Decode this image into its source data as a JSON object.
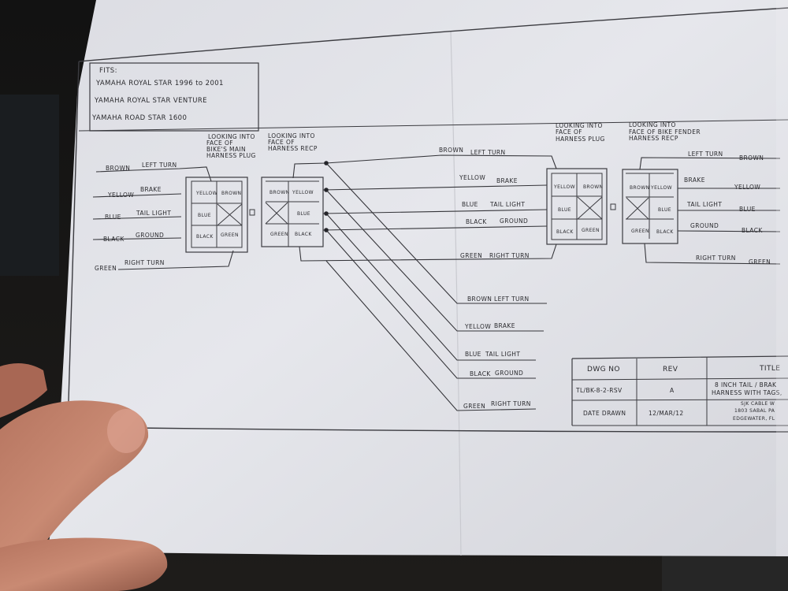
{
  "fits": {
    "heading": "FITS:",
    "lines": [
      "YAMAHA ROYAL STAR 1996 to 2001",
      "YAMAHA ROYAL STAR VENTURE",
      "YAMAHA ROAD STAR 1600"
    ]
  },
  "headers": {
    "bike_plug": [
      "LOOKING INTO",
      "FACE OF",
      "BIKE'S MAIN",
      "HARNESS PLUG"
    ],
    "harness_recp": [
      "LOOKING INTO",
      "FACE OF",
      "HARNESS RECP"
    ],
    "harness_plug": [
      "LOOKING INTO",
      "FACE OF",
      "HARNESS PLUG"
    ],
    "fender_recp": [
      "LOOKING INTO",
      "FACE OF BIKE FENDER",
      "HARNESS RECP"
    ]
  },
  "left_wires": [
    {
      "color": "BROWN",
      "function": "LEFT TURN"
    },
    {
      "color": "YELLOW",
      "function": "BRAKE"
    },
    {
      "color": "BLUE",
      "function": "TAIL LIGHT"
    },
    {
      "color": "BLACK",
      "function": "GROUND"
    },
    {
      "color": "GREEN",
      "function": "RIGHT TURN"
    }
  ],
  "middle_wires": [
    {
      "color": "BROWN",
      "function": "LEFT TURN"
    },
    {
      "color": "YELLOW",
      "function": "BRAKE"
    },
    {
      "color": "BLUE",
      "function": "TAIL LIGHT"
    },
    {
      "color": "BLACK",
      "function": "GROUND"
    },
    {
      "color": "GREEN",
      "function": "RIGHT TURN"
    }
  ],
  "branch_wires": [
    {
      "color": "BROWN",
      "function": "LEFT TURN"
    },
    {
      "color": "YELLOW",
      "function": "BRAKE"
    },
    {
      "color": "BLUE",
      "function": "TAIL LIGHT"
    },
    {
      "color": "BLACK",
      "function": "GROUND"
    },
    {
      "color": "GREEN",
      "function": "RIGHT TURN"
    }
  ],
  "right_wires": [
    {
      "color": "BROWN",
      "function": "LEFT TURN"
    },
    {
      "color": "YELLOW",
      "function": "BRAKE"
    },
    {
      "color": "BLUE",
      "function": "TAIL LIGHT"
    },
    {
      "color": "BLACK",
      "function": "GROUND"
    },
    {
      "color": "GREEN",
      "function": "RIGHT TURN"
    }
  ],
  "connectors": {
    "bike_plug": [
      "YELLOW",
      "BROWN",
      "BLUE",
      "BLACK",
      "GREEN"
    ],
    "harness_recp": [
      "BROWN",
      "YELLOW",
      "BLUE",
      "GREEN",
      "BLACK"
    ],
    "harness_plug": [
      "YELLOW",
      "BROWN",
      "BLUE",
      "BLACK",
      "GREEN"
    ],
    "fender_recp": [
      "BROWN",
      "YELLOW",
      "BLUE",
      "GREEN",
      "BLACK"
    ]
  },
  "title_block": {
    "dwg_no_label": "DWG NO",
    "rev_label": "REV",
    "title_label": "TITLE",
    "dwg_no": "TL/BK-8-2-RSV",
    "rev": "A",
    "title_lines": [
      "8 INCH TAIL / BRAK",
      "HARNESS WITH TAGS,"
    ],
    "date_label": "DATE DRAWN",
    "date": "12/MAR/12",
    "company_lines": [
      "SJK CABLE W",
      "1803 SABAL PA",
      "EDGEWATER, FL"
    ]
  }
}
